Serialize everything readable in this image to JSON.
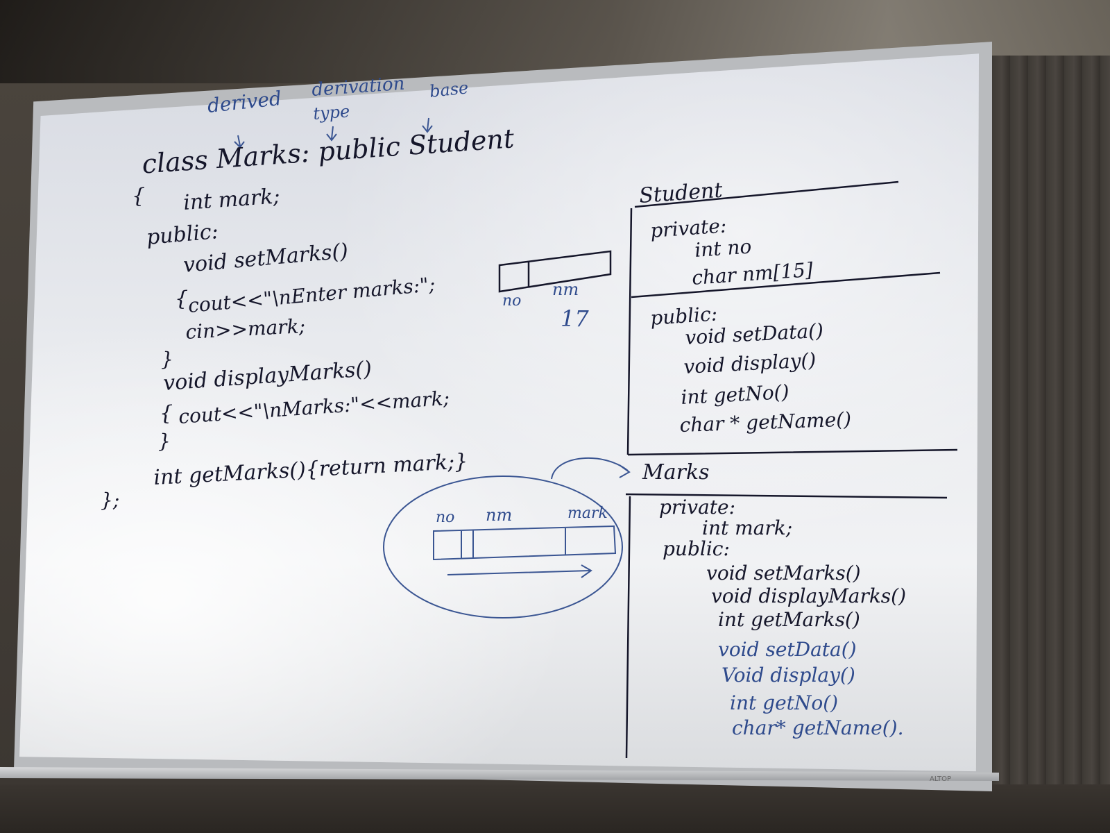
{
  "annotations": {
    "derived": "derived",
    "derivation": "derivation",
    "type": "type",
    "base": "base"
  },
  "code": {
    "line1": "class Marks: public Student",
    "line2": "{",
    "line3": "int mark;",
    "line4": "public:",
    "line5": "void setMarks()",
    "line6": "{",
    "line7": "cout<<\"\\nEnter marks:\";",
    "line8": "cin>>mark;",
    "line9": "}",
    "line10": "void displayMarks()",
    "line11": "{",
    "line12": "cout<<\"\\nMarks:\"<<mark;",
    "line13": "}",
    "line14": "int getMarks(){return mark;}",
    "line15": "};"
  },
  "memory_small": {
    "label_no": "no",
    "label_nm": "nm",
    "size": "17"
  },
  "memory_large": {
    "label_no": "no",
    "label_nm": "nm",
    "label_mark": "mark"
  },
  "student_box": {
    "title": "Student",
    "private": "private:",
    "field1": "int no",
    "field2": "char nm[15]",
    "public": "public:",
    "method1": "void setData()",
    "method2": "void display()",
    "method3": "int getNo()",
    "method4": "char * getName()"
  },
  "marks_box": {
    "title": "Marks",
    "private": "private:",
    "field1": "int mark;",
    "public": "public:",
    "method1": "void setMarks()",
    "method2": "void displayMarks()",
    "method3": "int getMarks()",
    "inherited1": "void setData()",
    "inherited2": "Void display()",
    "inherited3": "int getNo()",
    "inherited4": "char* getName()."
  },
  "colors": {
    "black_ink": "#15162a",
    "blue_ink": "#2e4a8c",
    "board": "#e8eaee"
  }
}
